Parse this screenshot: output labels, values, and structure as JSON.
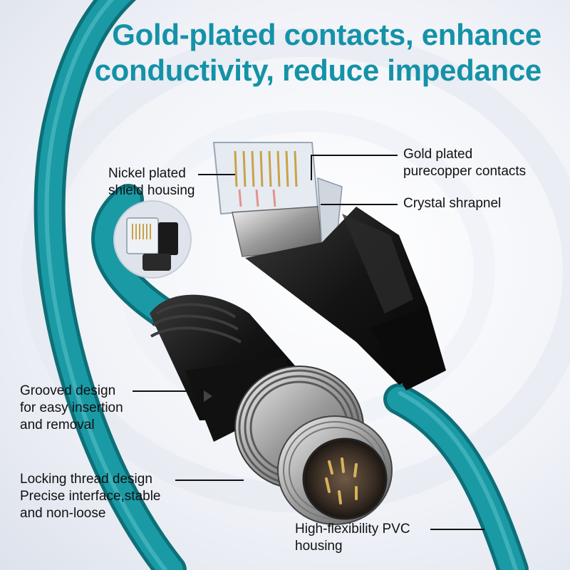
{
  "headline": {
    "line1": "Gold-plated contacts, enhance",
    "line2": "conductivity, reduce impedance"
  },
  "colors": {
    "headline": "#1492a8",
    "cable": "#138c97",
    "connector_body": "#141414"
  },
  "labels": {
    "nickel_shield": [
      "Nickel plated",
      "shield housing"
    ],
    "gold_contacts": [
      "Gold plated",
      "purecopper contacts"
    ],
    "crystal_shrapnel": [
      "Crystal shrapnel"
    ],
    "grooved": [
      "Grooved design",
      "for easy insertion",
      "and removal"
    ],
    "locking_thread": [
      "Locking thread design",
      "Precise interface,stable",
      "and non-loose"
    ],
    "pvc_housing": [
      "High-flexibility PVC",
      "housing"
    ]
  }
}
